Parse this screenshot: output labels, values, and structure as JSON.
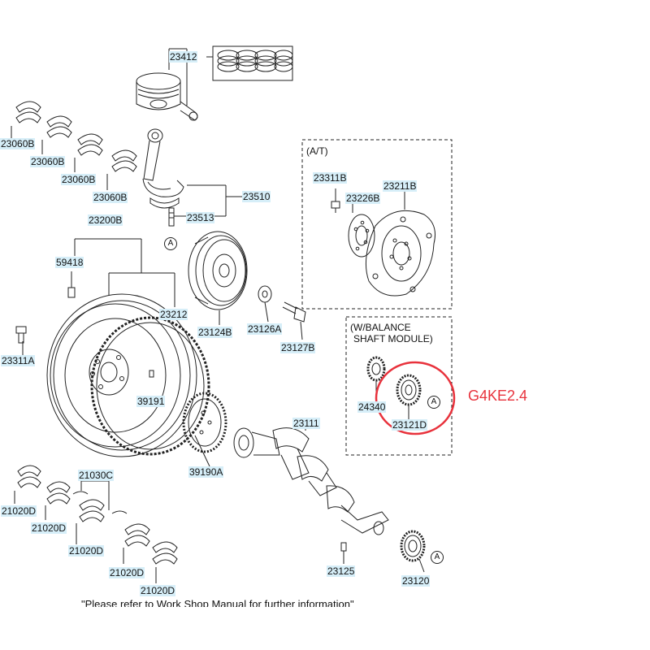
{
  "labels": {
    "p23412": "23412",
    "p23060b_1": "23060B",
    "p23060b_2": "23060B",
    "p23060b_3": "23060B",
    "p23060b_4": "23060B",
    "p23510": "23510",
    "p23513": "23513",
    "p23200b": "23200B",
    "p59418": "59418",
    "p23212": "23212",
    "p23124b": "23124B",
    "p23126a": "23126A",
    "p23127b": "23127B",
    "p23311a": "23311A",
    "p39191": "39191",
    "p39190a": "39190A",
    "p23111": "23111",
    "p21030c": "21030C",
    "p21020d_1": "21020D",
    "p21020d_2": "21020D",
    "p21020d_3": "21020D",
    "p21020d_4": "21020D",
    "p21020d_5": "21020D",
    "p23125": "23125",
    "p23120": "23120",
    "p23311b": "23311B",
    "p23226b": "23226B",
    "p23211b": "23211B",
    "p24340": "24340",
    "p23121d": "23121D"
  },
  "groups": {
    "at_title": "(A/T)",
    "balance_title_1": "(W/BALANCE",
    "balance_title_2": "SHAFT MODULE)"
  },
  "callouts": {
    "a1": "A",
    "a2": "A",
    "a3": "A"
  },
  "model_tag": "G4KE2.4",
  "footnote": "\"Please refer to Work Shop Manual for further information\"",
  "colors": {
    "highlight_circle": "#e8323c",
    "label_bg": "#d6eef8",
    "line": "#222222"
  }
}
